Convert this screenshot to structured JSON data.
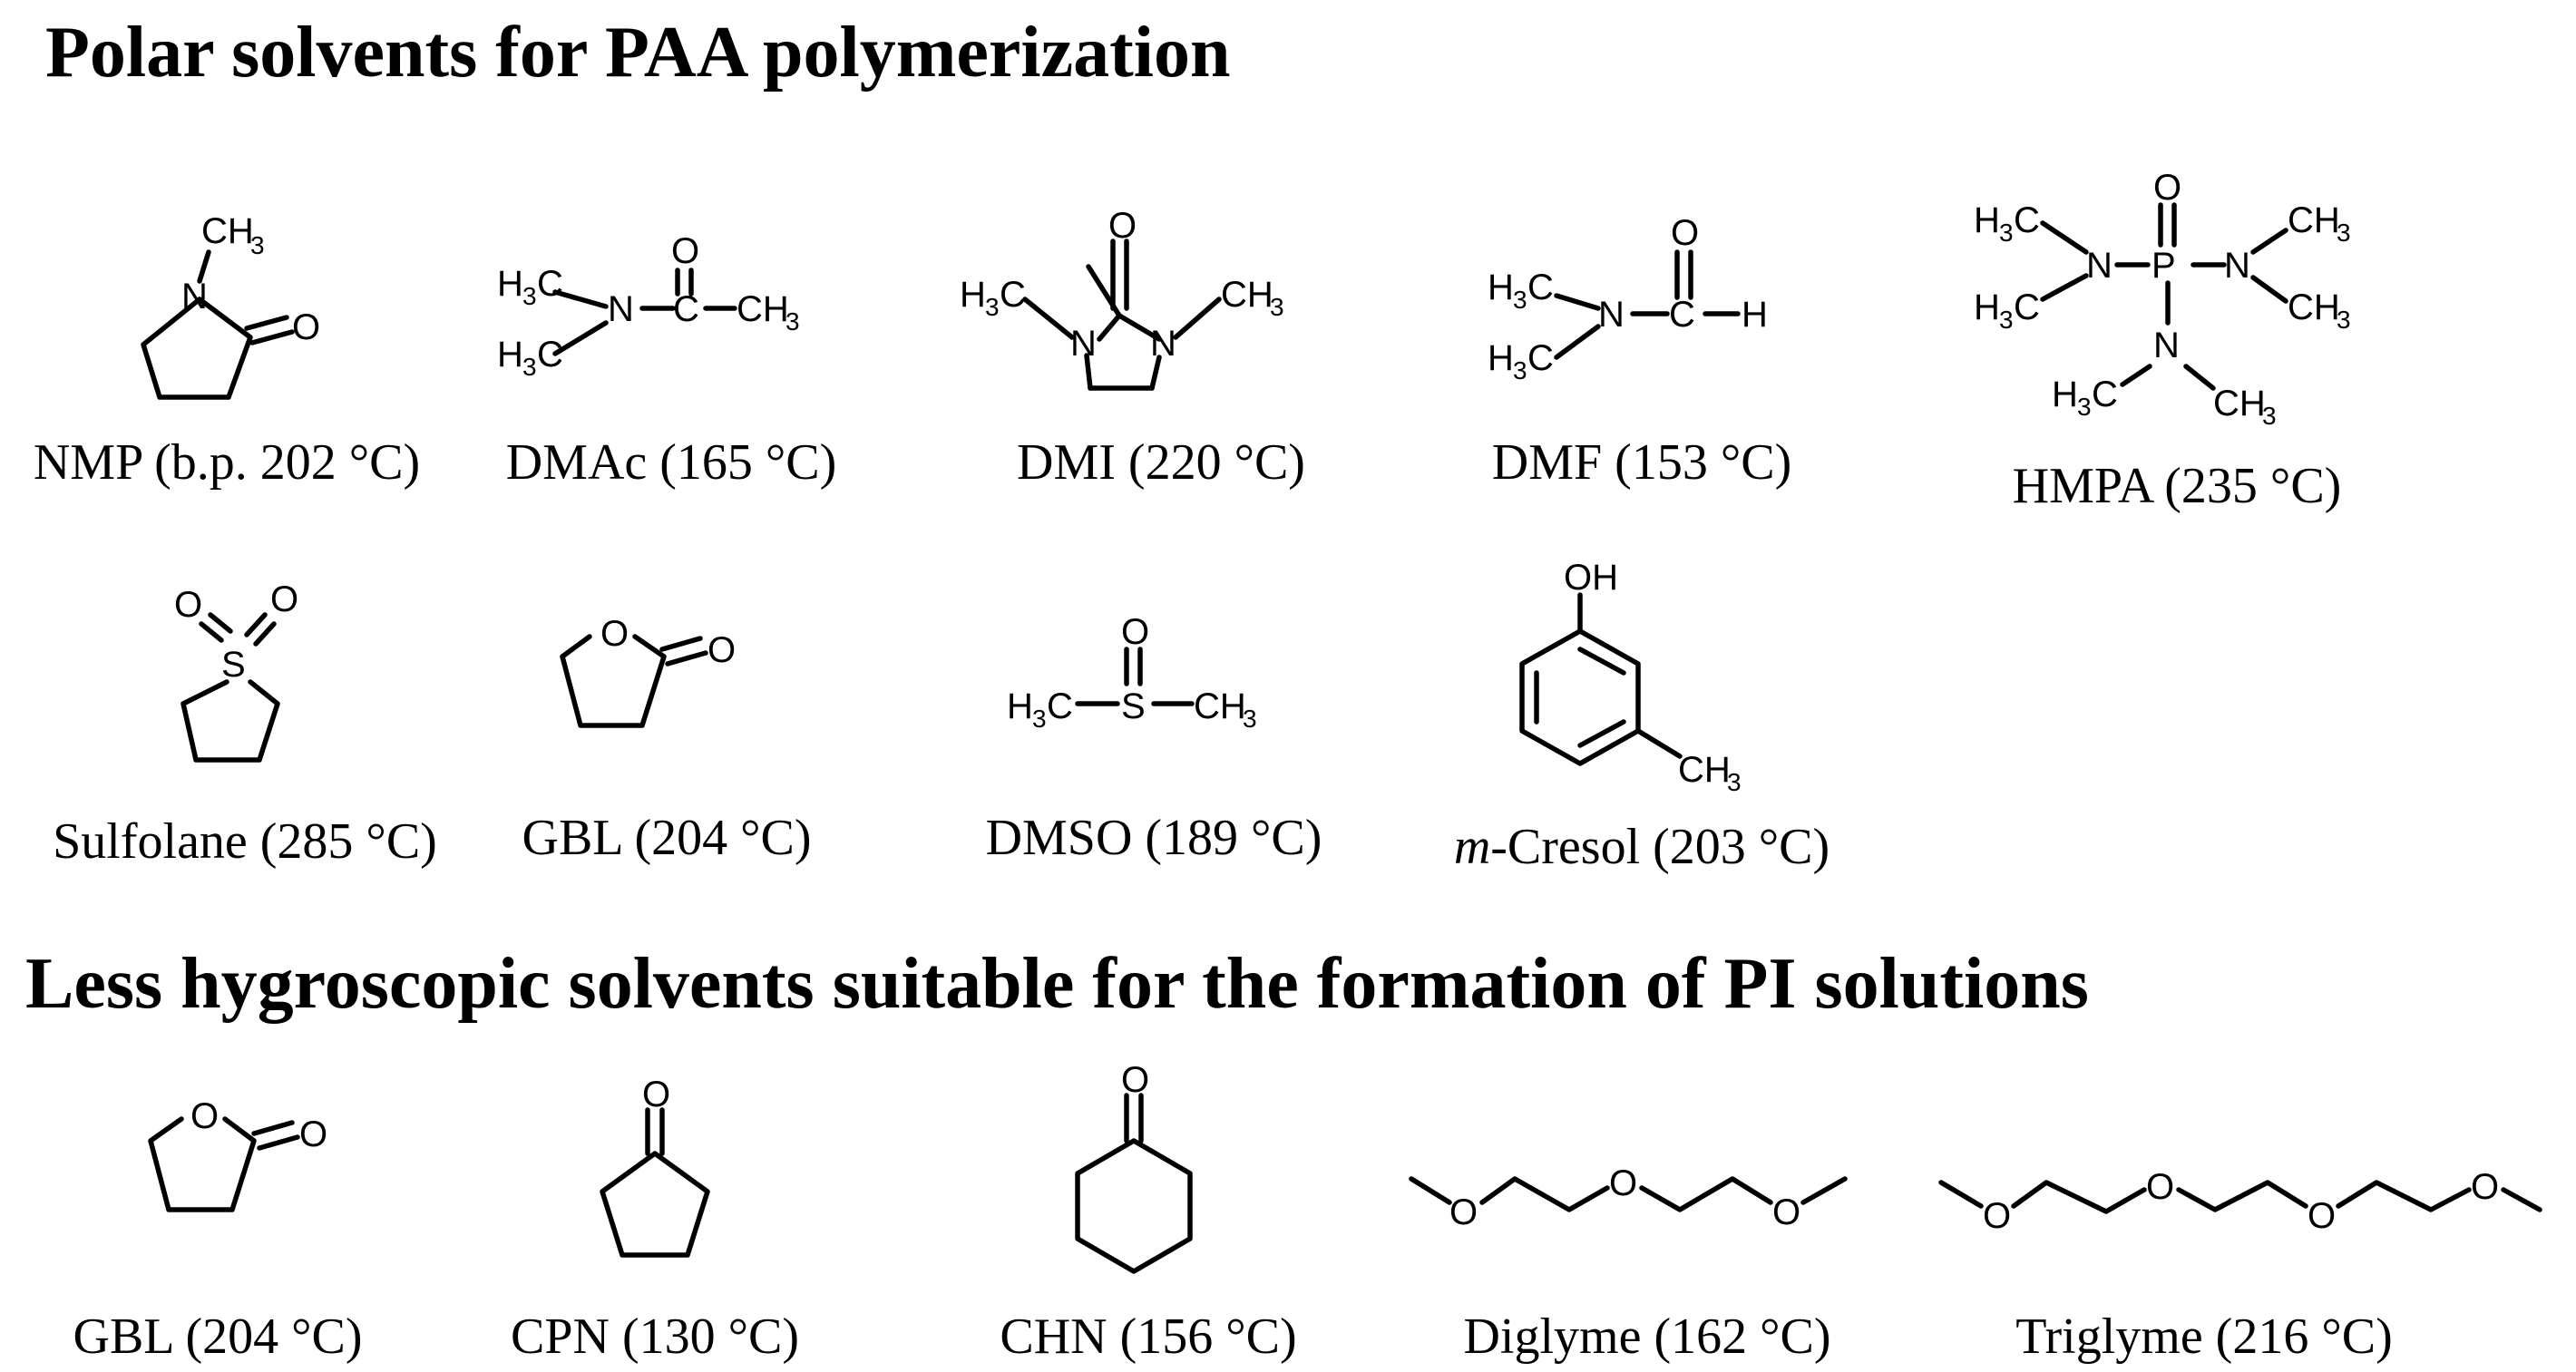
{
  "sections": [
    {
      "title": "Polar solvents for PAA polymerization"
    },
    {
      "title": "Less hygroscopic solvents suitable for the formation of PI solutions"
    }
  ],
  "molecules": {
    "nmp": {
      "label": "NMP (b.p. 202 °C)",
      "atoms": {
        "n": "N",
        "o": "O",
        "ch3": "CH",
        "ch3_sub": "3"
      }
    },
    "dmac": {
      "label": "DMAc (165 °C)",
      "atoms": {
        "n": "N",
        "c": "C",
        "o": "O",
        "h3c_a": "H",
        "h3c_a_sub": "3",
        "h3c_a_c": "C",
        "h3c_b": "H",
        "h3c_b_sub": "3",
        "h3c_b_c": "C",
        "ch3": "CH",
        "ch3_sub": "3"
      }
    },
    "dmi": {
      "label": "DMI (220 °C)",
      "atoms": {
        "n1": "N",
        "n2": "N",
        "o": "O",
        "h3c": "H",
        "h3c_sub": "3",
        "h3c_c": "C",
        "ch3": "CH",
        "ch3_sub": "3"
      }
    },
    "dmf": {
      "label": "DMF (153 °C)",
      "atoms": {
        "n": "N",
        "c": "C",
        "o": "O",
        "h": "H",
        "h3c_a": "H",
        "h3c_a_sub": "3",
        "h3c_a_c": "C",
        "h3c_b": "H",
        "h3c_b_sub": "3",
        "h3c_b_c": "C"
      }
    },
    "hmpa": {
      "label": "HMPA (235 °C)",
      "atoms": {
        "p": "P",
        "o": "O",
        "n1": "N",
        "n2": "N",
        "n3": "N",
        "h3c_a": "H",
        "h3c_a_sub": "3",
        "h3c_a_c": "C",
        "h3c_b": "H",
        "h3c_b_sub": "3",
        "h3c_b_c": "C",
        "h3c_c": "H",
        "h3c_c_sub": "3",
        "h3c_c_c": "C",
        "ch3_a": "CH",
        "ch3_a_sub": "3",
        "ch3_b": "CH",
        "ch3_b_sub": "3",
        "ch3_c": "CH",
        "ch3_c_sub": "3"
      }
    },
    "sulfolane": {
      "label": "Sulfolane (285 °C)",
      "atoms": {
        "s": "S",
        "o1": "O",
        "o2": "O"
      }
    },
    "gbl1": {
      "label": "GBL (204 °C)",
      "atoms": {
        "o_ring": "O",
        "o_keto": "O"
      }
    },
    "dmso": {
      "label": "DMSO (189 °C)",
      "atoms": {
        "s": "S",
        "o": "O",
        "h3c": "H",
        "h3c_sub": "3",
        "h3c_c": "C",
        "ch3": "CH",
        "ch3_sub": "3"
      }
    },
    "mcresol": {
      "label_italic": "m",
      "label_rest": "-Cresol (203 °C)",
      "atoms": {
        "oh": "OH",
        "ch3": "CH",
        "ch3_sub": "3"
      }
    },
    "gbl2": {
      "label": "GBL (204 °C)",
      "atoms": {
        "o_ring": "O",
        "o_keto": "O"
      }
    },
    "cpn": {
      "label": "CPN (130 °C)",
      "atoms": {
        "o": "O"
      }
    },
    "chn": {
      "label": "CHN (156 °C)",
      "atoms": {
        "o": "O"
      }
    },
    "diglyme": {
      "label": "Diglyme (162 °C)",
      "atoms": {
        "o1": "O",
        "o2": "O",
        "o3": "O"
      }
    },
    "triglyme": {
      "label": "Triglyme (216 °C)",
      "atoms": {
        "o1": "O",
        "o2": "O",
        "o3": "O",
        "o4": "O"
      }
    }
  }
}
